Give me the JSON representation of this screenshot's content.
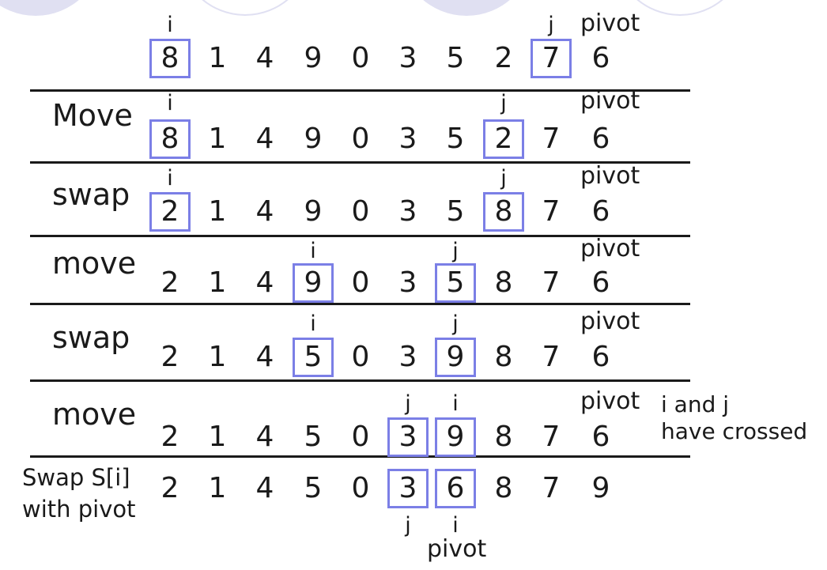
{
  "pivot_word": "pivot",
  "pointer_i": "i",
  "pointer_j": "j",
  "note": {
    "line1": "i and j",
    "line2": "have crossed"
  },
  "rows": [
    {
      "label": "",
      "values": [
        "8",
        "1",
        "4",
        "9",
        "0",
        "3",
        "5",
        "2",
        "7",
        "6"
      ],
      "boxes": [
        0,
        8
      ],
      "i": 0,
      "j": 8,
      "pivot_above": true
    },
    {
      "label": "Move",
      "values": [
        "8",
        "1",
        "4",
        "9",
        "0",
        "3",
        "5",
        "2",
        "7",
        "6"
      ],
      "boxes": [
        0,
        7
      ],
      "i": 0,
      "j": 7,
      "pivot_above": true
    },
    {
      "label": "swap",
      "values": [
        "2",
        "1",
        "4",
        "9",
        "0",
        "3",
        "5",
        "8",
        "7",
        "6"
      ],
      "boxes": [
        0,
        7
      ],
      "i": 0,
      "j": 7,
      "pivot_above": true
    },
    {
      "label": "move",
      "values": [
        "2",
        "1",
        "4",
        "9",
        "0",
        "3",
        "5",
        "8",
        "7",
        "6"
      ],
      "boxes": [
        3,
        6
      ],
      "i": 3,
      "j": 6,
      "pivot_above": true
    },
    {
      "label": "swap",
      "values": [
        "2",
        "1",
        "4",
        "5",
        "0",
        "3",
        "9",
        "8",
        "7",
        "6"
      ],
      "boxes": [
        3,
        6
      ],
      "i": 3,
      "j": 6,
      "pivot_above": true
    },
    {
      "label": "move",
      "values": [
        "2",
        "1",
        "4",
        "5",
        "0",
        "3",
        "9",
        "8",
        "7",
        "6"
      ],
      "boxes": [
        5,
        6
      ],
      "i": 6,
      "j": 5,
      "pivot_above": true
    },
    {
      "label": "Swap S[i]\nwith pivot",
      "values": [
        "2",
        "1",
        "4",
        "5",
        "0",
        "3",
        "6",
        "8",
        "7",
        "9"
      ],
      "boxes": [
        5,
        6
      ],
      "i": 6,
      "j": 5,
      "pivot_above": false,
      "pivot_below_index": 6
    }
  ]
}
